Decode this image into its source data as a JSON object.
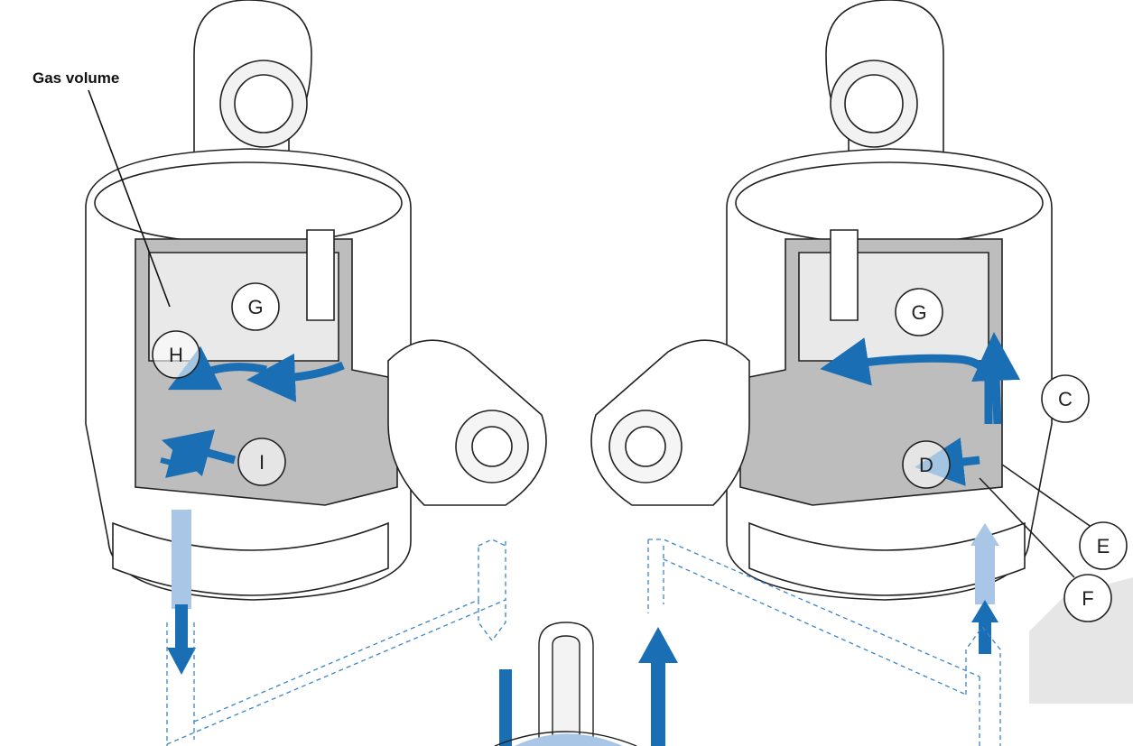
{
  "labels": {
    "gas_volume": "Gas volume",
    "g_left": "G",
    "h": "H",
    "i": "I",
    "g_right": "G",
    "c": "C",
    "d": "D",
    "e": "E",
    "f": "F"
  },
  "colors": {
    "flow_arrow": "#1a6fb4",
    "flow_arrow_light": "#a9c6e6",
    "dashed_path": "#3b85c6",
    "cutaway": "#bdbdbd",
    "outline": "#222222",
    "background": "#ffffff"
  }
}
